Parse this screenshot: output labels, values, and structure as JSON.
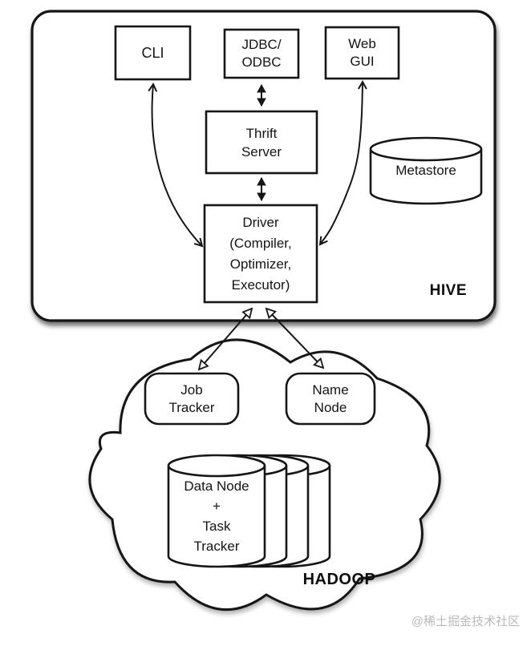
{
  "diagram": {
    "hive": {
      "label": "HIVE",
      "nodes": {
        "cli": {
          "label": "CLI"
        },
        "jdbc_odbc": {
          "lines": [
            "JDBC/",
            "ODBC"
          ]
        },
        "web_gui": {
          "lines": [
            "Web",
            "GUI"
          ]
        },
        "thrift_server": {
          "lines": [
            "Thrift",
            "Server"
          ]
        },
        "driver": {
          "lines": [
            "Driver",
            "(Compiler,",
            "Optimizer,",
            "Executor)"
          ]
        },
        "metastore": {
          "label": "Metastore"
        }
      }
    },
    "hadoop": {
      "label": "HADOOP",
      "nodes": {
        "job_tracker": {
          "lines": [
            "Job",
            "Tracker"
          ]
        },
        "name_node": {
          "lines": [
            "Name",
            "Node"
          ]
        },
        "data_node_task_tracker": {
          "lines": [
            "Data Node",
            "+",
            "Task",
            "Tracker"
          ]
        }
      }
    },
    "watermark": "@稀土掘金技术社区",
    "colors": {
      "stroke": "#161616",
      "text": "#141414",
      "watermark": "#b9b9b9",
      "background": "#ffffff"
    }
  }
}
